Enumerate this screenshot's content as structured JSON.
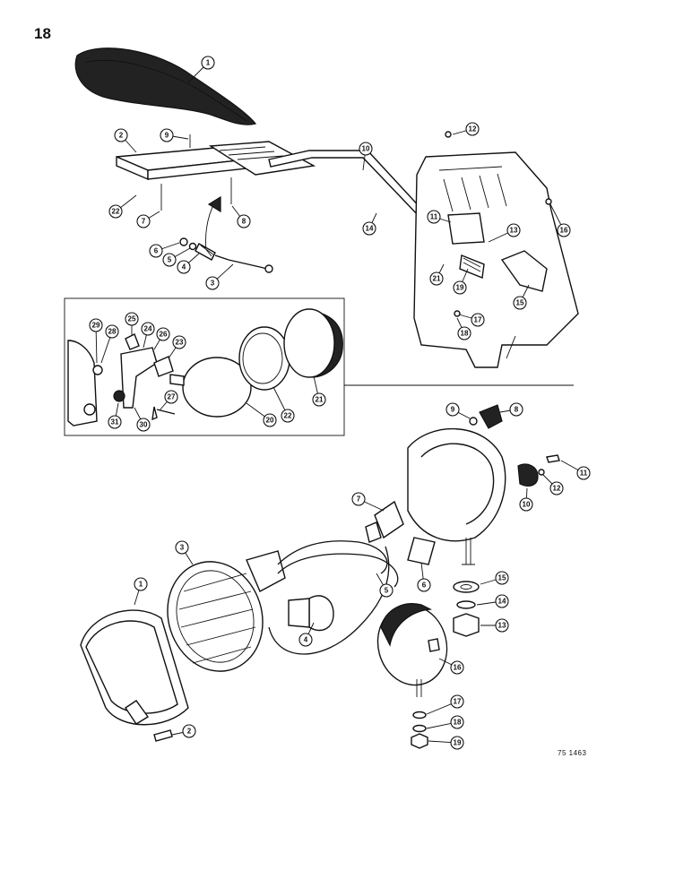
{
  "page": {
    "number": "18",
    "figure_code": "75 1463"
  },
  "seat_assembly": {
    "callouts": [
      "1",
      "2",
      "3",
      "4",
      "5",
      "6",
      "7",
      "8",
      "9",
      "10",
      "11",
      "12",
      "13",
      "14",
      "15",
      "16",
      "17",
      "18",
      "19",
      "21",
      "22"
    ]
  },
  "inset_light": {
    "callouts": [
      "20",
      "21",
      "22",
      "23",
      "24",
      "25",
      "26",
      "27",
      "28",
      "29",
      "30",
      "31"
    ]
  },
  "flood_light": {
    "callouts": [
      "1",
      "2",
      "3",
      "4",
      "5",
      "6",
      "7",
      "8",
      "9",
      "10",
      "11",
      "12",
      "13",
      "14",
      "15",
      "16",
      "17",
      "18",
      "19"
    ]
  },
  "colors": {
    "ink": "#111111",
    "paper": "#ffffff"
  }
}
